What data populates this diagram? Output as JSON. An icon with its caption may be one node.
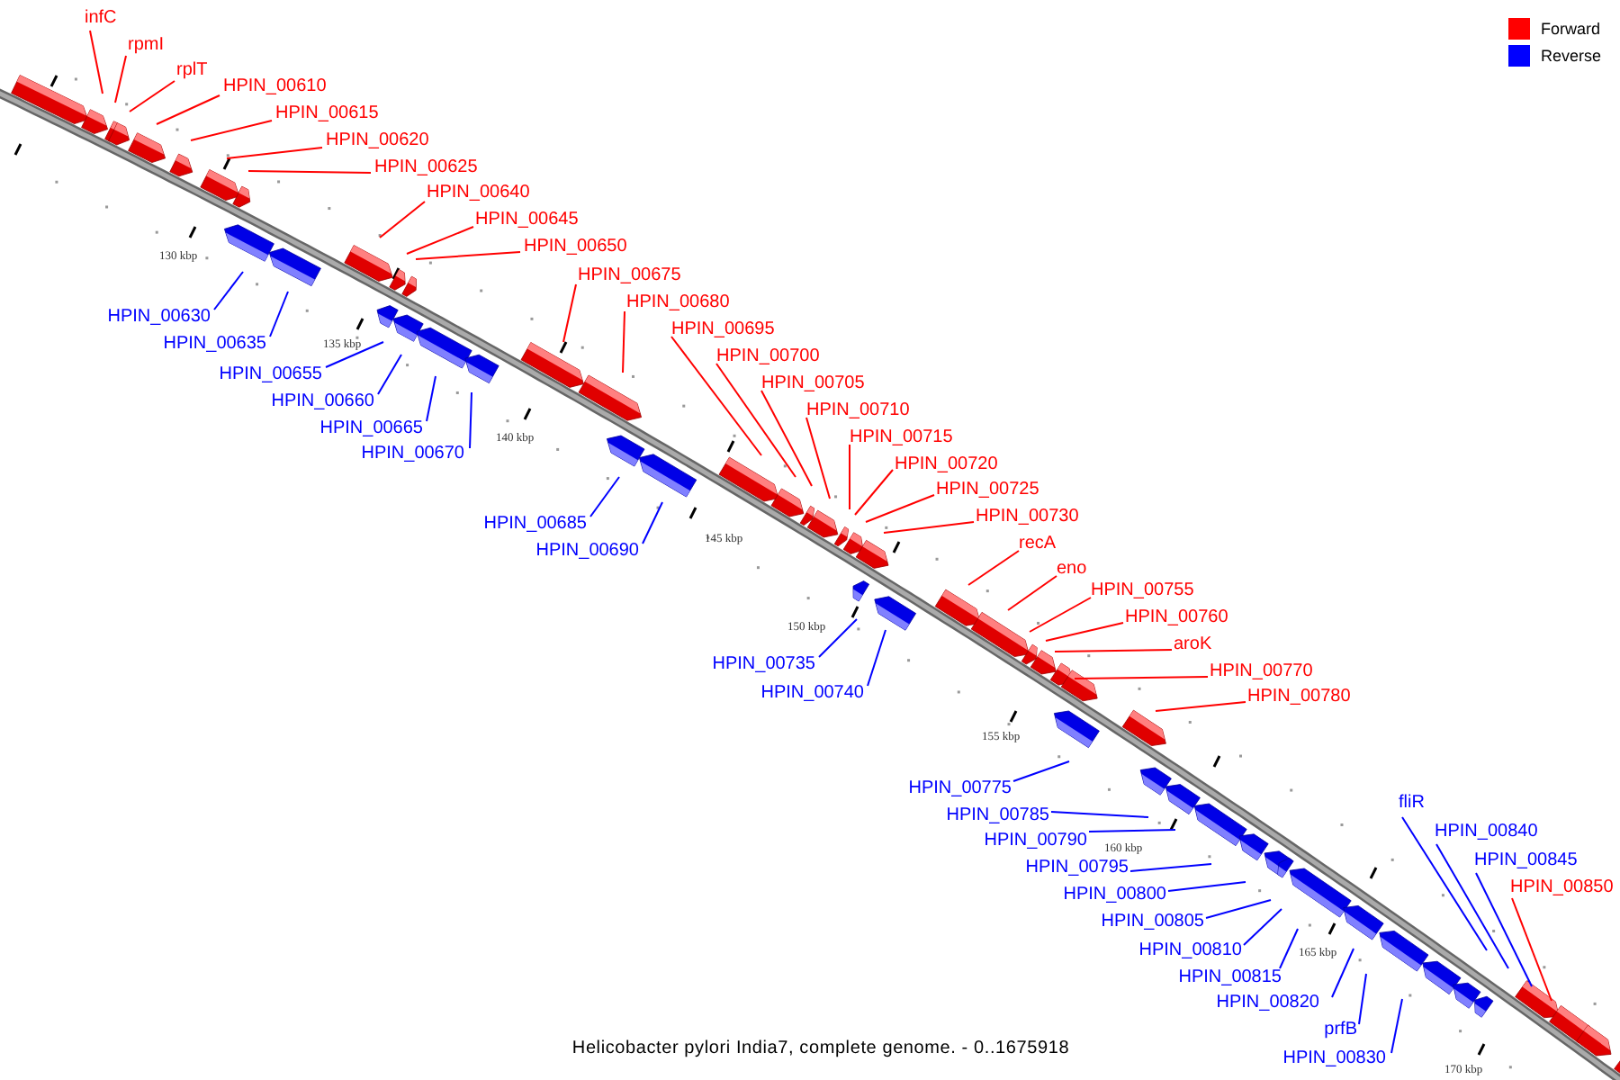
{
  "diagram": {
    "caption": "Helicobacter pylori India7, complete genome. - 0..1675918",
    "nodes": [
      {
        "text": [
          "infC"
        ]
      },
      {
        "text": [
          "rpmI"
        ]
      },
      {
        "text": [
          "rplT"
        ]
      },
      {
        "text": [
          "HPIN_00610"
        ]
      },
      {
        "text": [
          "HPIN_00615"
        ]
      },
      {
        "text": [
          "HPIN_00620"
        ]
      },
      {
        "text": [
          "HPIN_00625"
        ]
      },
      {
        "text": [
          "HPIN_00640"
        ]
      },
      {
        "text": [
          "HPIN_00645"
        ]
      },
      {
        "text": [
          "HPIN_00650"
        ]
      },
      {
        "text": [
          "HPIN_00675"
        ]
      },
      {
        "text": [
          "HPIN_00680"
        ]
      },
      {
        "text": [
          "HPIN_00695"
        ]
      },
      {
        "text": [
          "HPIN_00700"
        ]
      },
      {
        "text": [
          "HPIN_00705"
        ]
      },
      {
        "text": [
          "HPIN_00710"
        ]
      },
      {
        "text": [
          "HPIN_00715"
        ]
      },
      {
        "text": [
          "HPIN_00720"
        ]
      },
      {
        "text": [
          "HPIN_00725"
        ]
      },
      {
        "text": [
          "HPIN_00730"
        ]
      },
      {
        "text": [
          "recA"
        ]
      },
      {
        "text": [
          "eno"
        ]
      },
      {
        "text": [
          "HPIN_00755"
        ]
      },
      {
        "text": [
          "HPIN_00760"
        ]
      },
      {
        "text": [
          "aroK"
        ]
      },
      {
        "text": [
          "HPIN_00770"
        ]
      },
      {
        "text": [
          "HPIN_00780"
        ]
      },
      {
        "text": [
          "HPIN_00850"
        ]
      },
      {
        "text": [
          "HPIN_00630"
        ]
      },
      {
        "text": [
          "HPIN_00635"
        ]
      },
      {
        "text": [
          "HPIN_00655"
        ]
      },
      {
        "text": [
          "HPIN_00660"
        ]
      },
      {
        "text": [
          "HPIN_00665"
        ]
      },
      {
        "text": [
          "HPIN_00670"
        ]
      },
      {
        "text": [
          "HPIN_00685"
        ]
      },
      {
        "text": [
          "HPIN_00690"
        ]
      },
      {
        "text": [
          "HPIN_00735"
        ]
      },
      {
        "text": [
          "HPIN_00740"
        ]
      },
      {
        "text": [
          "HPIN_00775"
        ]
      },
      {
        "text": [
          "HPIN_00785"
        ]
      },
      {
        "text": [
          "HPIN_00790"
        ]
      },
      {
        "text": [
          "HPIN_00795"
        ]
      },
      {
        "text": [
          "HPIN_00800"
        ]
      },
      {
        "text": [
          "HPIN_00805"
        ]
      },
      {
        "text": [
          "HPIN_00810"
        ]
      },
      {
        "text": [
          "HPIN_00815"
        ]
      },
      {
        "text": [
          "HPIN_00820"
        ]
      },
      {
        "text": [
          "prfB"
        ]
      },
      {
        "text": [
          "HPIN_00830"
        ]
      },
      {
        "text": [
          "fliR"
        ]
      },
      {
        "text": [
          "HPIN_00840"
        ]
      },
      {
        "text": [
          "HPIN_00845"
        ]
      }
    ],
    "edges": [
      {
        "from": 0,
        "to": null,
        "arrow": "none"
      },
      {
        "from": 1,
        "to": null,
        "arrow": "none"
      },
      {
        "from": 2,
        "to": null,
        "arrow": "none"
      },
      {
        "from": 3,
        "to": null,
        "arrow": "none"
      },
      {
        "from": 4,
        "to": null,
        "arrow": "none"
      },
      {
        "from": 5,
        "to": null,
        "arrow": "none"
      },
      {
        "from": 6,
        "to": null,
        "arrow": "none"
      },
      {
        "from": 7,
        "to": null,
        "arrow": "none"
      },
      {
        "from": 8,
        "to": null,
        "arrow": "none"
      },
      {
        "from": 9,
        "to": null,
        "arrow": "none"
      },
      {
        "from": 10,
        "to": null,
        "arrow": "none"
      },
      {
        "from": 11,
        "to": null,
        "arrow": "none"
      },
      {
        "from": 12,
        "to": null,
        "arrow": "none"
      },
      {
        "from": 13,
        "to": null,
        "arrow": "none"
      },
      {
        "from": 14,
        "to": null,
        "arrow": "none"
      },
      {
        "from": 15,
        "to": null,
        "arrow": "none"
      },
      {
        "from": 16,
        "to": null,
        "arrow": "none"
      },
      {
        "from": 17,
        "to": null,
        "arrow": "none"
      },
      {
        "from": 18,
        "to": null,
        "arrow": "none"
      },
      {
        "from": 19,
        "to": null,
        "arrow": "none"
      },
      {
        "from": 20,
        "to": null,
        "arrow": "none"
      },
      {
        "from": 21,
        "to": null,
        "arrow": "none"
      },
      {
        "from": 22,
        "to": null,
        "arrow": "none"
      },
      {
        "from": 23,
        "to": null,
        "arrow": "none"
      },
      {
        "from": 24,
        "to": null,
        "arrow": "none"
      },
      {
        "from": 25,
        "to": null,
        "arrow": "none"
      },
      {
        "from": 26,
        "to": null,
        "arrow": "none"
      },
      {
        "from": 27,
        "to": null,
        "arrow": "none"
      },
      {
        "from": 28,
        "to": null,
        "arrow": "none",
        "color": "#0000ff"
      },
      {
        "from": 29,
        "to": null,
        "arrow": "none",
        "color": "#0000ff"
      },
      {
        "from": 30,
        "to": null,
        "arrow": "none",
        "color": "#0000ff"
      },
      {
        "from": 31,
        "to": null,
        "arrow": "none",
        "color": "#0000ff"
      },
      {
        "from": 32,
        "to": null,
        "arrow": "none",
        "color": "#0000ff"
      },
      {
        "from": 33,
        "to": null,
        "arrow": "none",
        "color": "#0000ff"
      },
      {
        "from": 34,
        "to": null,
        "arrow": "none",
        "color": "#0000ff"
      },
      {
        "from": 35,
        "to": null,
        "arrow": "none",
        "color": "#0000ff"
      },
      {
        "from": 36,
        "to": null,
        "arrow": "none",
        "color": "#0000ff"
      },
      {
        "from": 37,
        "to": null,
        "arrow": "none",
        "color": "#0000ff"
      },
      {
        "from": 38,
        "to": null,
        "arrow": "none",
        "color": "#0000ff"
      },
      {
        "from": 39,
        "to": null,
        "arrow": "none",
        "color": "#0000ff"
      },
      {
        "from": 40,
        "to": null,
        "arrow": "none",
        "color": "#0000ff"
      },
      {
        "from": 41,
        "to": null,
        "arrow": "none",
        "color": "#0000ff"
      },
      {
        "from": 42,
        "to": null,
        "arrow": "none",
        "color": "#0000ff"
      },
      {
        "from": 43,
        "to": null,
        "arrow": "none",
        "color": "#0000ff"
      },
      {
        "from": 44,
        "to": null,
        "arrow": "none",
        "color": "#0000ff"
      },
      {
        "from": 45,
        "to": null,
        "arrow": "none",
        "color": "#0000ff"
      },
      {
        "from": 46,
        "to": null,
        "arrow": "none",
        "color": "#0000ff"
      },
      {
        "from": 47,
        "to": null,
        "arrow": "none",
        "color": "#0000ff"
      },
      {
        "from": 48,
        "to": null,
        "arrow": "none",
        "color": "#0000ff"
      },
      {
        "from": 49,
        "to": null,
        "arrow": "none",
        "color": "#0000ff"
      },
      {
        "from": 50,
        "to": null,
        "arrow": "none",
        "color": "#0000ff"
      },
      {
        "from": 51,
        "to": null,
        "arrow": "none",
        "color": "#0000ff"
      }
    ],
    "labels": [
      "130 kbp",
      "135 kbp",
      "140 kbp",
      "145 kbp",
      "150 kbp",
      "155 kbp",
      "160 kbp",
      "165 kbp",
      "170 kbp"
    ],
    "legend": [
      {
        "text": "Forward",
        "color": "#ff0000"
      },
      {
        "text": "Reverse",
        "color": "#0000ff"
      }
    ]
  }
}
